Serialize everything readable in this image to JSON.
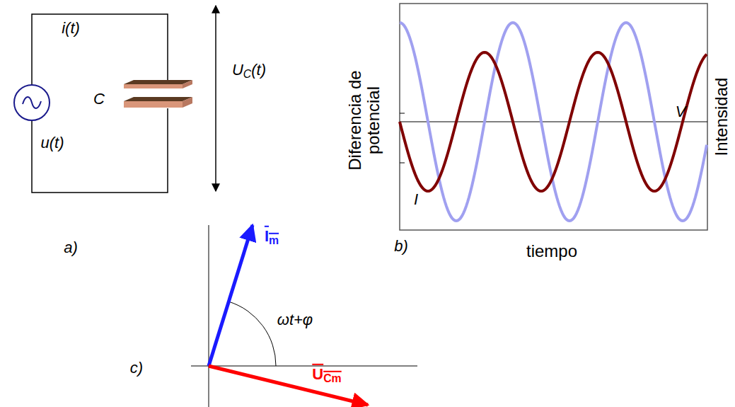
{
  "diagram": {
    "labels": [
      "i(t)",
      "u(t)",
      "C",
      "UC(t)",
      "a)",
      "Diferencia de potencial",
      "Intensidad",
      "V",
      "I",
      "tiempo",
      "b)",
      "Im",
      "ωt+φ",
      "c)",
      "UCm"
    ]
  }
}
